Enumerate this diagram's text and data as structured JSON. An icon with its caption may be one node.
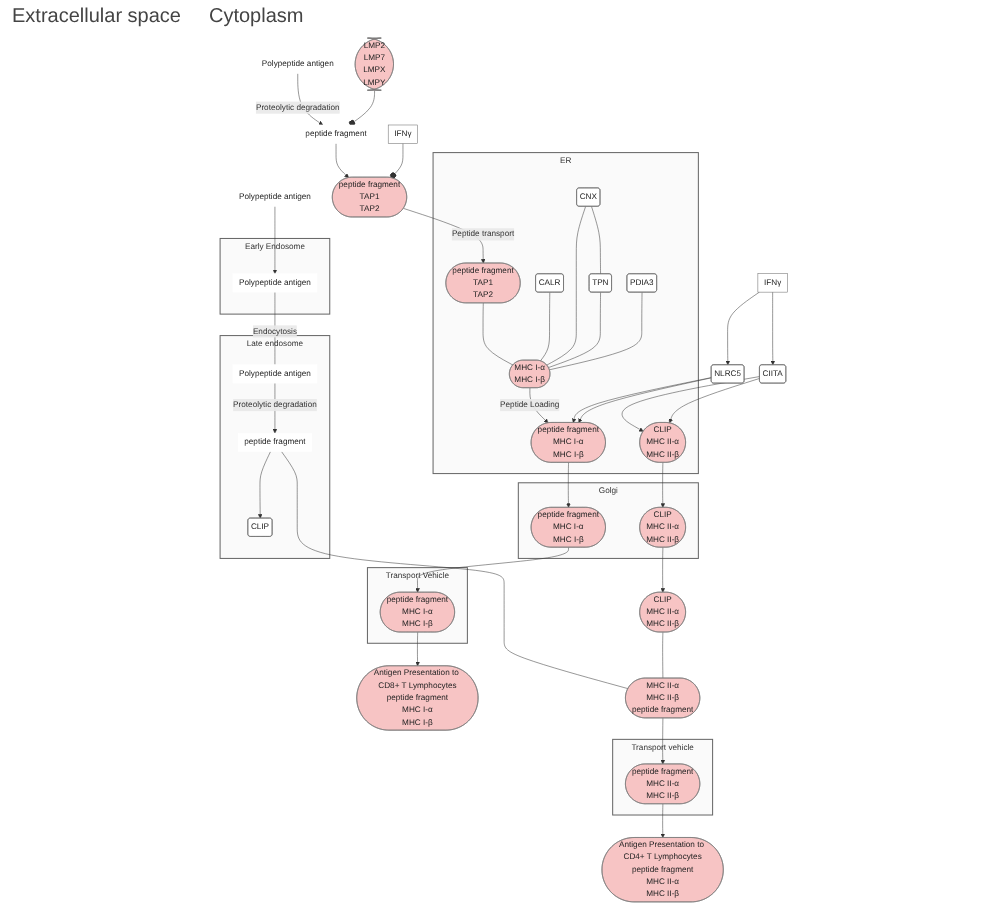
{
  "diagram": {
    "nodes": [
      {
        "text": [
          "Polypeptide antigen"
        ]
      },
      {
        "text": [
          "Early Endosome"
        ]
      },
      {
        "text": [
          "Polypeptide antigen"
        ],
        "in": 1
      },
      {
        "text": [
          "Late endosome"
        ]
      },
      {
        "text": [
          "Polypeptide antigen"
        ],
        "in": 3
      },
      {
        "text": [
          "peptide fragment"
        ],
        "in": 3
      },
      {
        "text": [
          "CLIP"
        ],
        "in": 3
      },
      {
        "text": [
          "MHC II-α",
          "MHC II-β",
          "peptide fragment"
        ]
      },
      {
        "text": [
          "CLIP",
          "MHC II-α",
          "MHC II-β"
        ]
      },
      {
        "text": [
          "Transport vehicle"
        ]
      },
      {
        "text": [
          "peptide fragment",
          "MHC II-α",
          "MHC II-β"
        ],
        "in": 9
      },
      {
        "text": [
          "Antigen Presentation to CD4+ T Lymphocytes",
          "peptide fragment",
          "MHC II-α",
          "MHC II-β"
        ]
      },
      {
        "text": [
          "Transport Vehicle"
        ]
      },
      {
        "text": [
          "peptide fragment",
          "MHC I-α",
          "MHC I-β"
        ],
        "in": 12
      },
      {
        "text": [
          "Antigen Presentation to CD8+ T Lymphocytes",
          "peptide fragment",
          "MHC I-α",
          "MHC I-β"
        ]
      },
      {
        "text": [
          "Golgi"
        ]
      },
      {
        "text": [
          "CLIP",
          "MHC II-α",
          "MHC II-β"
        ],
        "in": 15
      },
      {
        "text": [
          "peptide fragment",
          "MHC I-α",
          "MHC I-β"
        ],
        "in": 15
      },
      {
        "text": [
          "Polypeptide antigen"
        ]
      },
      {
        "text": [
          "LMP2",
          "LMP7",
          "LMPX",
          "LMPY"
        ]
      },
      {
        "text": [
          "peptide fragment"
        ]
      },
      {
        "text": [
          "peptide fragment",
          "TAP1",
          "TAP2"
        ]
      },
      {
        "text": [
          "IFNγ"
        ]
      },
      {
        "text": [
          "ER"
        ]
      },
      {
        "text": [
          "peptide fragment",
          "TAP1",
          "TAP2"
        ],
        "in": 23
      },
      {
        "text": [
          "CALR"
        ],
        "in": 23
      },
      {
        "text": [
          "CNX"
        ],
        "in": 23
      },
      {
        "text": [
          "TPN"
        ],
        "in": 23
      },
      {
        "text": [
          "PDIA3"
        ],
        "in": 23
      },
      {
        "text": [
          "MHC I-α",
          "MHC I-β"
        ],
        "in": 23
      },
      {
        "text": [
          "CLIP",
          "MHC II-α",
          "MHC II-β"
        ],
        "in": 23
      },
      {
        "text": [
          "peptide fragment",
          "MHC I-α",
          "MHC I-β"
        ],
        "in": 23
      },
      {
        "text": [
          "CIITA"
        ]
      },
      {
        "text": [
          "NLRC5"
        ]
      },
      {
        "text": [
          "IFNγ"
        ]
      }
    ],
    "edges": [
      {
        "from": 0,
        "to": 2,
        "arrow": "to"
      },
      {
        "from": 2,
        "to": 4,
        "arrow": "none",
        "label": "Endocytosis"
      },
      {
        "from": 4,
        "to": 5,
        "arrow": "to",
        "label": "Proteolytic degradation"
      },
      {
        "from": 5,
        "to": 6,
        "arrow": "to"
      },
      {
        "from": 5,
        "to": 7,
        "arrow": "none"
      },
      {
        "from": 8,
        "to": 7,
        "arrow": "none"
      },
      {
        "from": 7,
        "to": 10,
        "arrow": "to"
      },
      {
        "from": 10,
        "to": 11,
        "arrow": "to"
      },
      {
        "from": 13,
        "to": 14,
        "arrow": "to"
      },
      {
        "from": 16,
        "to": 8,
        "arrow": "to"
      },
      {
        "from": 17,
        "to": 13,
        "arrow": "to"
      },
      {
        "from": 18,
        "to": 20,
        "arrow": "to",
        "label": "Proteolytic degradation"
      },
      {
        "from": 19,
        "to": 20,
        "arrow": "other"
      },
      {
        "from": 20,
        "to": 21,
        "arrow": "to"
      },
      {
        "from": 22,
        "to": 21,
        "arrow": "other"
      },
      {
        "from": 21,
        "to": 24,
        "arrow": "to",
        "label": "Peptide transport"
      },
      {
        "from": 24,
        "to": 29,
        "arrow": "none"
      },
      {
        "from": 25,
        "to": 29,
        "arrow": "none"
      },
      {
        "from": 26,
        "to": 29,
        "arrow": "none"
      },
      {
        "from": 26,
        "to": 27,
        "arrow": "none"
      },
      {
        "from": 27,
        "to": 29,
        "arrow": "none"
      },
      {
        "from": 28,
        "to": 29,
        "arrow": "none"
      },
      {
        "from": 29,
        "to": 31,
        "arrow": "to",
        "label": "Peptide Loading"
      },
      {
        "from": 30,
        "to": 16,
        "arrow": "to"
      },
      {
        "from": 31,
        "to": 17,
        "arrow": "to"
      },
      {
        "from": 32,
        "to": 30,
        "arrow": "to"
      },
      {
        "from": 32,
        "to": 30,
        "arrow": "to"
      },
      {
        "from": 33,
        "to": 31,
        "arrow": "to"
      },
      {
        "from": 33,
        "to": 31,
        "arrow": "to"
      },
      {
        "from": 34,
        "to": 32,
        "arrow": "to"
      },
      {
        "from": 34,
        "to": 33,
        "arrow": "to"
      }
    ],
    "labels": [
      "Extracellular space",
      "Cytoplasm"
    ]
  }
}
